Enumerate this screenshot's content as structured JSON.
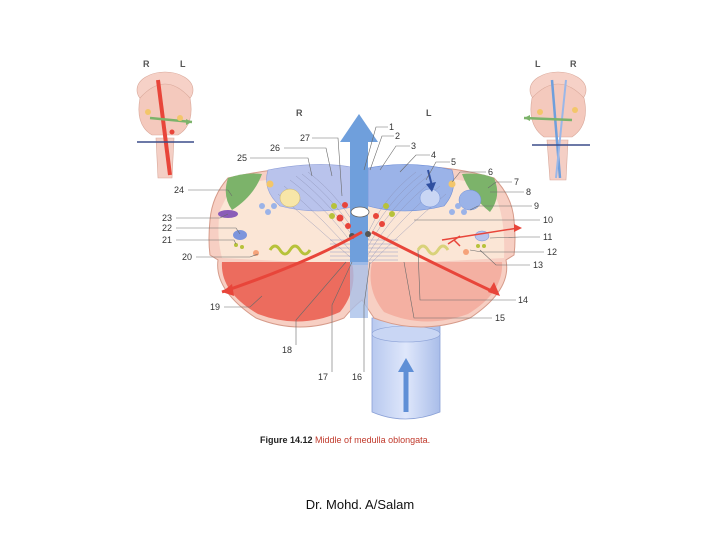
{
  "diagram": {
    "side_labels": {
      "left_inset": [
        "R",
        "L"
      ],
      "right_inset": [
        "L",
        "R"
      ],
      "main": [
        "R",
        "L"
      ]
    },
    "callouts": [
      "1",
      "2",
      "3",
      "4",
      "5",
      "6",
      "7",
      "8",
      "9",
      "10",
      "11",
      "12",
      "13",
      "14",
      "15",
      "16",
      "17",
      "18",
      "19",
      "20",
      "21",
      "22",
      "23",
      "24",
      "25",
      "26",
      "27"
    ]
  },
  "caption": {
    "label": "Figure 14.12",
    "text": "Middle of medulla oblongata."
  },
  "footer": {
    "author": "Dr. Mohd. A/Salam"
  },
  "colors": {
    "pink": "#f6c6b9",
    "red": "#e8453a",
    "blue": "#6f9fdc",
    "green": "#7cb36a",
    "yellow": "#f3e07a"
  }
}
